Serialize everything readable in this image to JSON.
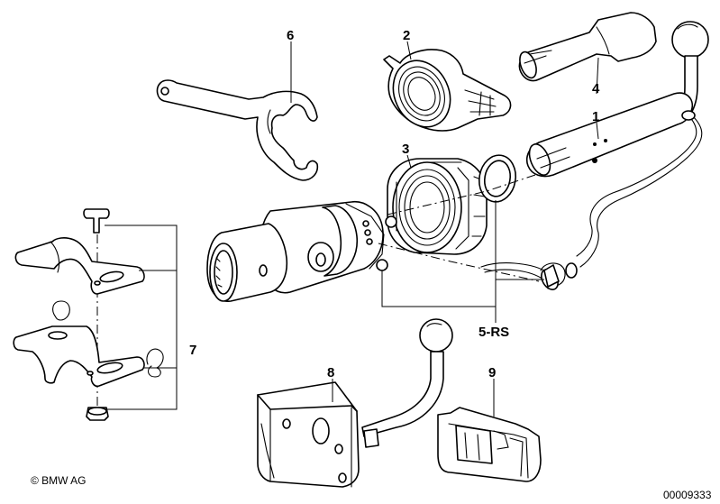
{
  "callouts": {
    "c1": "1",
    "c2": "2",
    "c3": "3",
    "c4": "4",
    "c5": "5-RS",
    "c6": "6",
    "c7": "7",
    "c8": "8",
    "c9": "9"
  },
  "footer": {
    "copyright": "© BMW AG",
    "diagram_id": "00009333"
  }
}
